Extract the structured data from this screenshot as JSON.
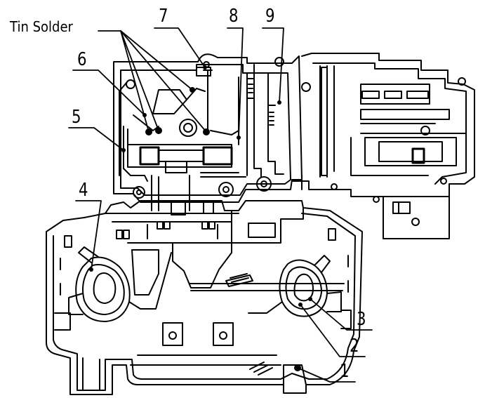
{
  "diagram": {
    "callouts": {
      "tin_solder": "Tin Solder",
      "c1": "1",
      "c2": "2",
      "c3": "3",
      "c4": "4",
      "c5": "5",
      "c6": "6",
      "c7": "7",
      "c8": "8",
      "c9": "9"
    },
    "colors": {
      "line": "#000000",
      "background": "#ffffff"
    }
  }
}
